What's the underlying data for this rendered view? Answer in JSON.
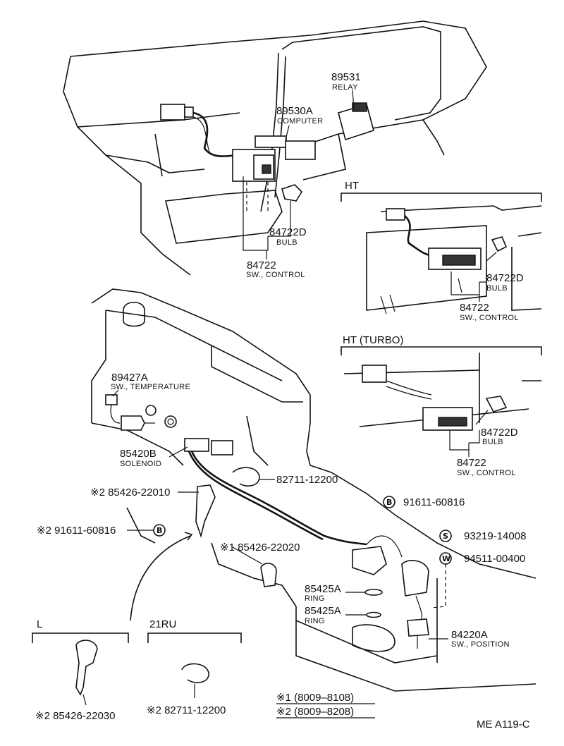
{
  "labels": {
    "relay": {
      "part": "89531",
      "desc": "RELAY"
    },
    "computer": {
      "part": "89530A",
      "desc": "COMPUTER"
    },
    "bulb_main": {
      "part": "84722D",
      "desc": "BULB"
    },
    "sw_control_main": {
      "part": "84722",
      "desc": "SW., CONTROL"
    },
    "ht_header": "HT",
    "bulb_ht": {
      "part": "84722D",
      "desc": "BULB"
    },
    "sw_control_ht": {
      "part": "84722",
      "desc": "SW., CONTROL"
    },
    "ht_turbo_header": "HT  (TURBO)",
    "bulb_turbo": {
      "part": "84722D",
      "desc": "BULB"
    },
    "sw_control_turbo": {
      "part": "84722",
      "desc": "SW., CONTROL"
    },
    "sw_temperature": {
      "part": "89427A",
      "desc": "SW., TEMPERATURE"
    },
    "solenoid": {
      "part": "85420B",
      "desc": "SOLENOID"
    },
    "clamp_82711": "82711-12200",
    "bracket_22010": "※2 85426-22010",
    "bolt_left": "※2 91611-60816",
    "bracket_22020": "※1 85426-22020",
    "bolt_right": "91611-60816",
    "screw": "93219-14008",
    "washer": "94511-00400",
    "ring_1": {
      "part": "85425A",
      "desc": "RING"
    },
    "ring_2": {
      "part": "85425A",
      "desc": "RING"
    },
    "sw_position": {
      "part": "84220A",
      "desc": "SW., POSITION"
    },
    "l_header": "L",
    "l_part": "※2 85426-22030",
    "ru_header": "21RU",
    "ru_part": "※2 82711-12200",
    "note_1": "※1 (8009–8108)",
    "note_2": "※2 (8009–8208)",
    "page_code": "ME  A119-C"
  },
  "symbols": {
    "bolt": "B",
    "screw": "S",
    "washer": "W"
  }
}
